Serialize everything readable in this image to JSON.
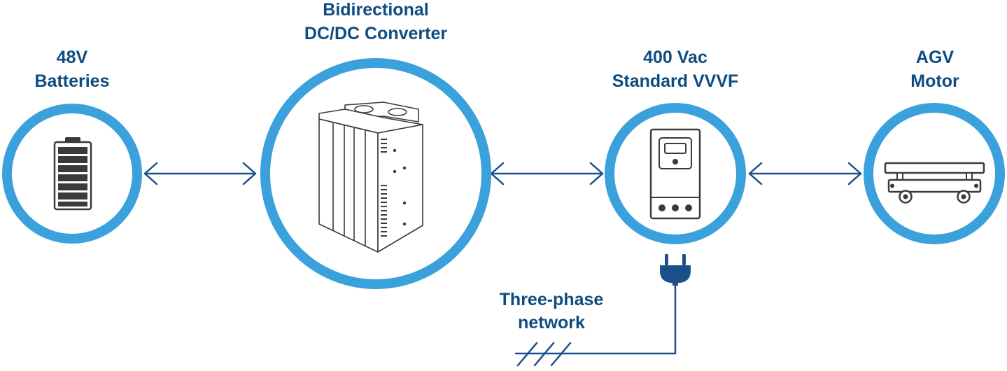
{
  "colors": {
    "ring": "#3aa1dc",
    "text": "#0f4c81",
    "line": "#1b4f8a",
    "device": "#3a3a3a"
  },
  "nodes": [
    {
      "id": "batteries",
      "label_lines": [
        "48V",
        "Batteries"
      ],
      "icon": "battery-icon"
    },
    {
      "id": "converter",
      "label_lines": [
        "Bidirectional",
        "DC/DC Converter"
      ],
      "icon": "converter-icon"
    },
    {
      "id": "vvvf",
      "label_lines": [
        "400 Vac",
        "Standard VVVF"
      ],
      "icon": "inverter-drive-icon"
    },
    {
      "id": "agv",
      "label_lines": [
        "AGV",
        "Motor"
      ],
      "icon": "agv-cart-icon"
    }
  ],
  "edges": [
    {
      "from": "batteries",
      "to": "converter",
      "direction": "bidirectional"
    },
    {
      "from": "converter",
      "to": "vvvf",
      "direction": "bidirectional"
    },
    {
      "from": "vvvf",
      "to": "agv",
      "direction": "bidirectional"
    },
    {
      "from": "grid",
      "to": "vvvf",
      "direction": "supply"
    }
  ],
  "grid": {
    "label_lines": [
      "Three-phase",
      "network"
    ],
    "icon": "plug-icon",
    "symbol": "three-phase-symbol"
  }
}
